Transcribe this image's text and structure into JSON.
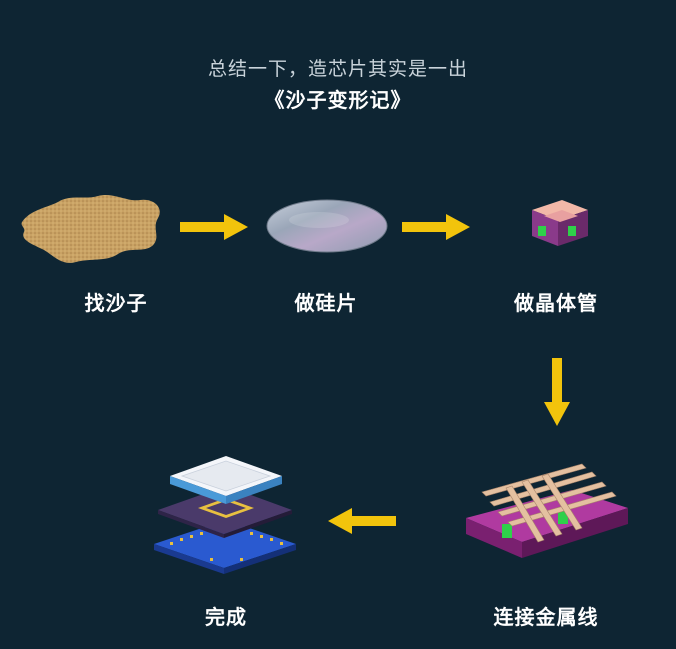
{
  "title": {
    "line1": "总结一下，造芯片其实是一出",
    "line2": "《沙子变形记》"
  },
  "steps": [
    {
      "label": "找沙子",
      "icon": "sand-pile-icon"
    },
    {
      "label": "做硅片",
      "icon": "silicon-wafer-icon"
    },
    {
      "label": "做晶体管",
      "icon": "transistor-icon"
    },
    {
      "label": "连接金属线",
      "icon": "metal-interconnect-icon"
    },
    {
      "label": "完成",
      "icon": "chip-package-icon"
    }
  ],
  "colors": {
    "background": "#0e2533",
    "arrow": "#f2c40c",
    "sand": "#c9a264",
    "wafer": "#a8b4c4",
    "transistor_pink": "#f0a0b8",
    "metal_copper": "#d9b090",
    "substrate_magenta": "#a03090",
    "package_blue": "#3a6ed8"
  }
}
